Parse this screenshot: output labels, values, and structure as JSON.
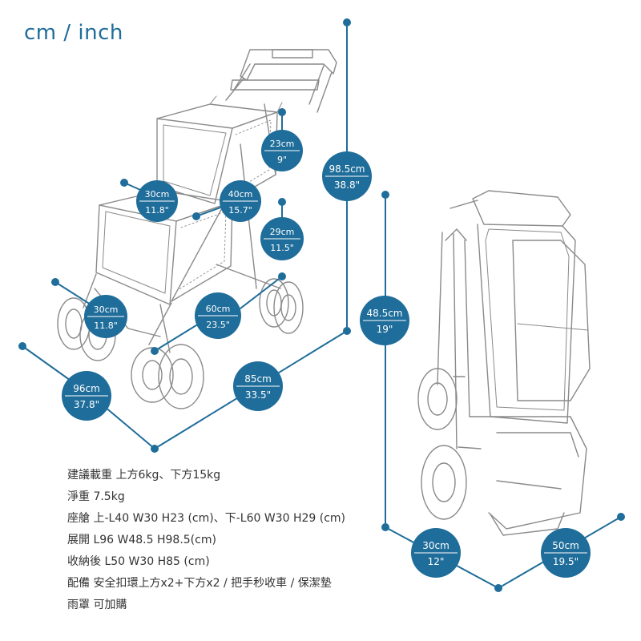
{
  "unit_label": "cm / inch",
  "colors": {
    "accent": "#1f6d9a",
    "line": "#1f6d9a",
    "sketch": "#8a8a8a",
    "text": "#333333"
  },
  "dimensions": [
    {
      "id": "seat-upper-depth",
      "cm": "23cm",
      "inch": "9\""
    },
    {
      "id": "seat-upper-width",
      "cm": "30cm",
      "inch": "11.8\""
    },
    {
      "id": "seat-upper-length",
      "cm": "40cm",
      "inch": "15.7\""
    },
    {
      "id": "seat-lower-height",
      "cm": "29cm",
      "inch": "11.5\""
    },
    {
      "id": "seat-lower-width",
      "cm": "30cm",
      "inch": "11.8\""
    },
    {
      "id": "seat-lower-length",
      "cm": "60cm",
      "inch": "23.5\""
    },
    {
      "id": "open-height",
      "cm": "98.5cm",
      "inch": "38.8\""
    },
    {
      "id": "open-width",
      "cm": "48.5cm",
      "inch": "19\""
    },
    {
      "id": "open-length",
      "cm": "96cm",
      "inch": "37.8\""
    },
    {
      "id": "folded-height",
      "cm": "85cm",
      "inch": "33.5\""
    },
    {
      "id": "folded-width",
      "cm": "30cm",
      "inch": "12\""
    },
    {
      "id": "folded-length",
      "cm": "50cm",
      "inch": "19.5\""
    }
  ],
  "specs": [
    "建議載重 上方6kg、下方15kg",
    "淨重 7.5kg",
    "座艙 上-L40 W30 H23 (cm)、下-L60 W30 H29 (cm)",
    "展開 L96 W48.5 H98.5(cm)",
    "收納後 L50 W30 H85 (cm)",
    "配備 安全扣環上方x2+下方x2 / 把手秒收車 / 保潔墊",
    "雨罩 可加購"
  ]
}
